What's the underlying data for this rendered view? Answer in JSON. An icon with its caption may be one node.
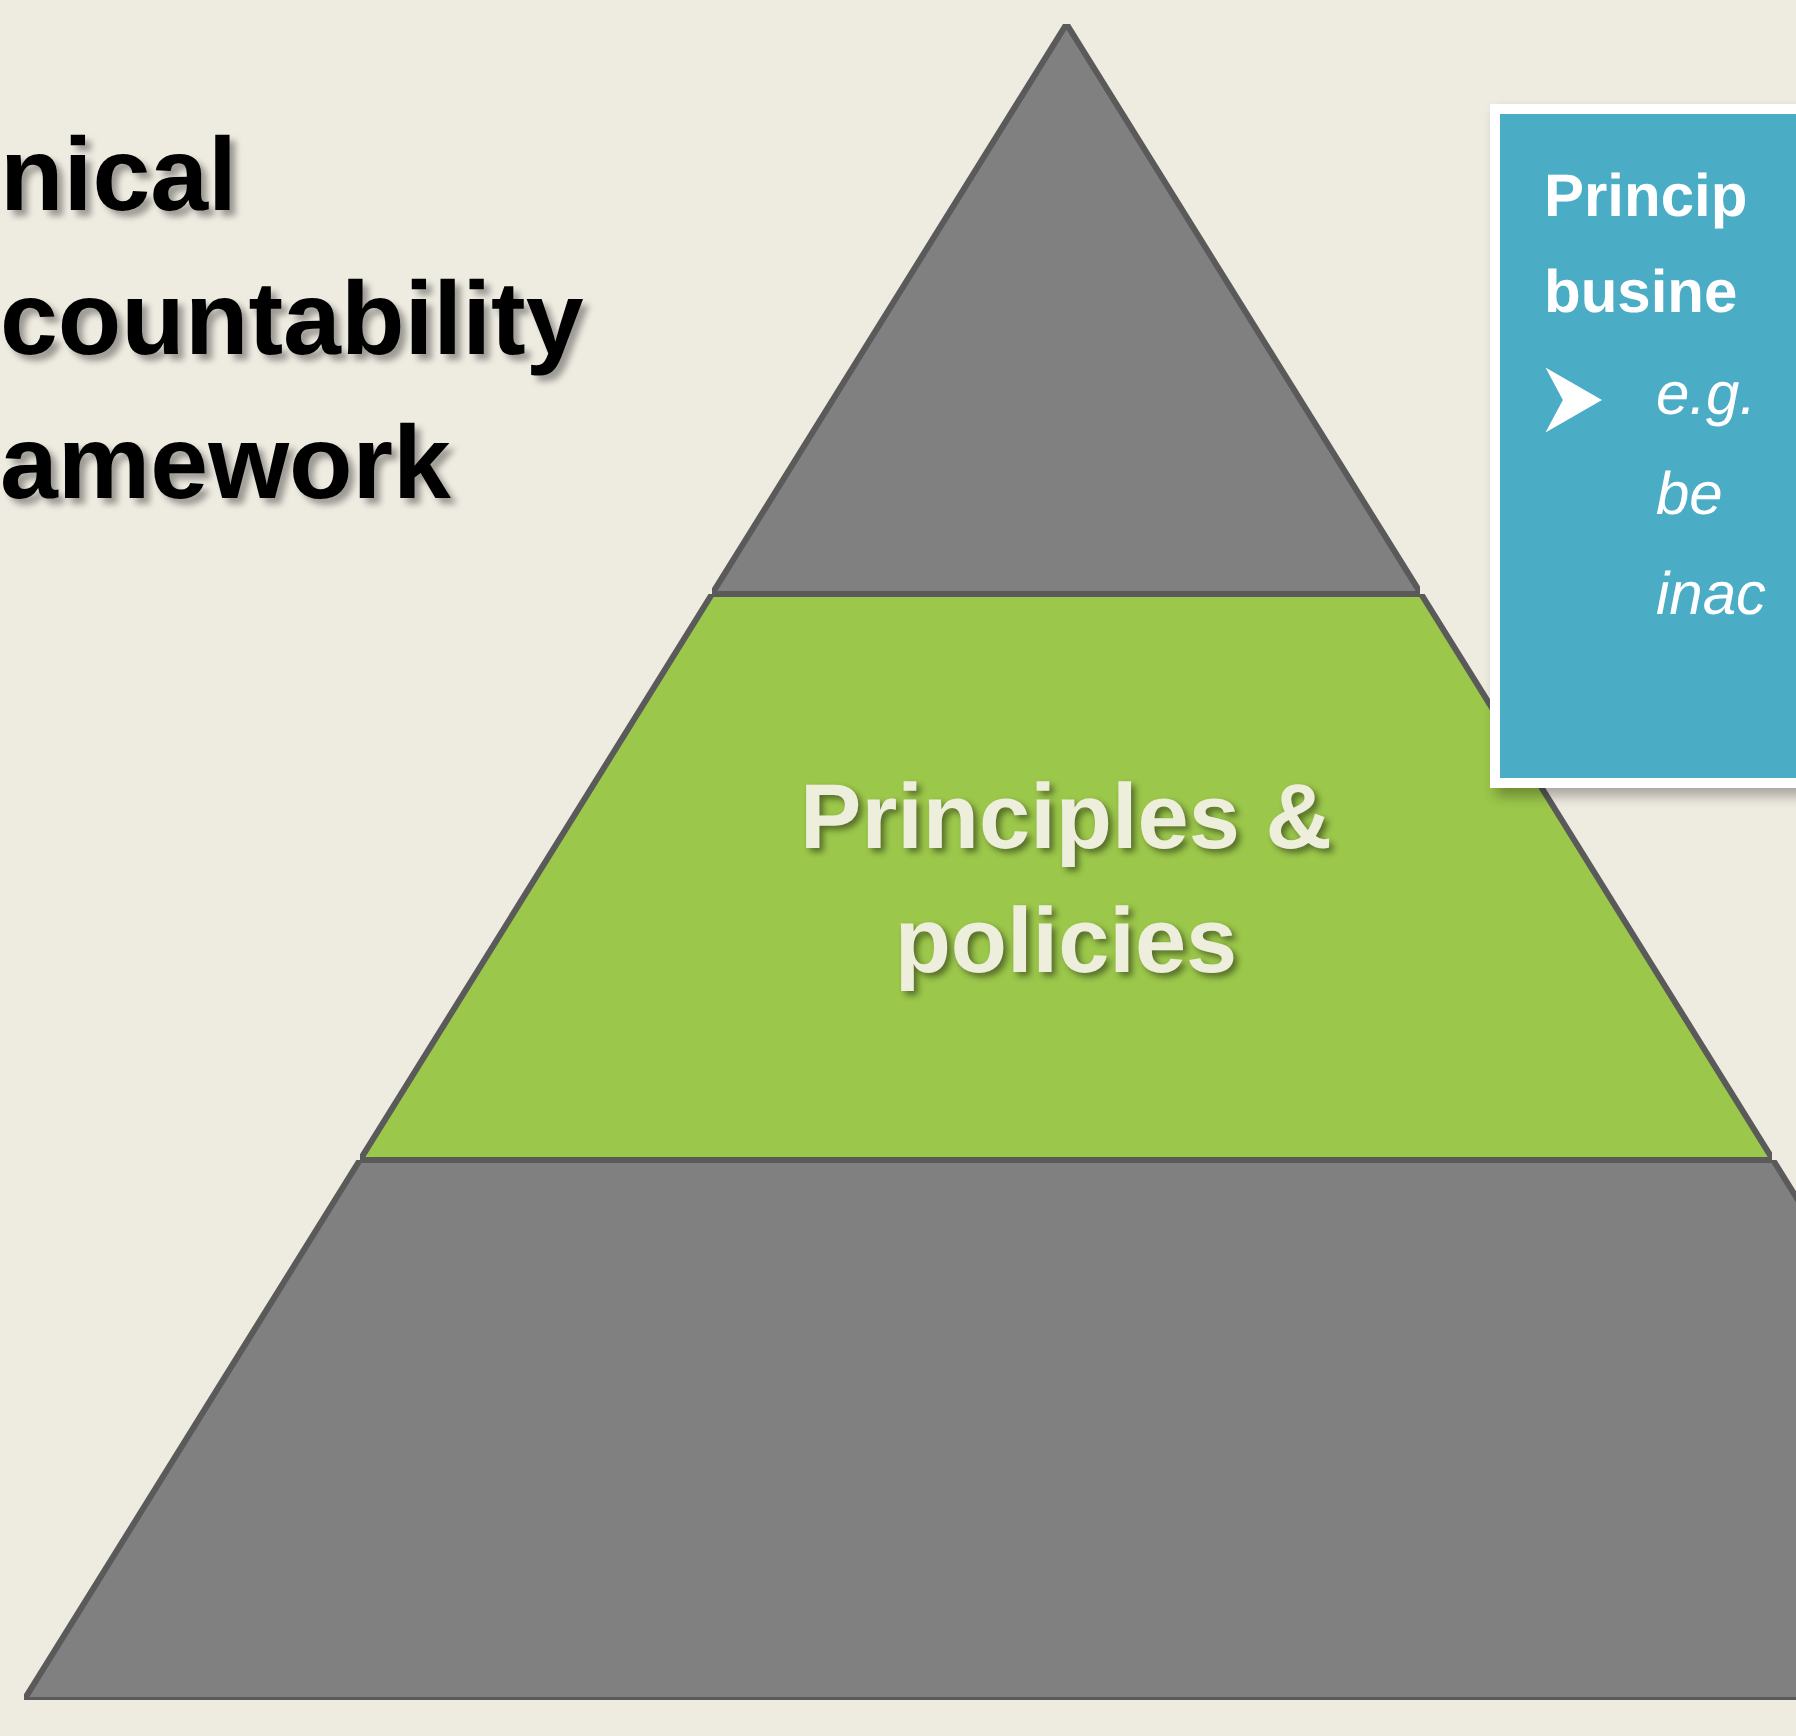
{
  "diagram": {
    "title": "nical countability amework",
    "nodes": [
      {
        "text": [],
        "shape": "triangle"
      },
      {
        "text": [
          "Principles & policies"
        ]
      },
      {
        "text": [],
        "shape": "box"
      },
      {
        "text": [
          "Princip busine",
          "e.g. be inac"
        ]
      }
    ]
  }
}
